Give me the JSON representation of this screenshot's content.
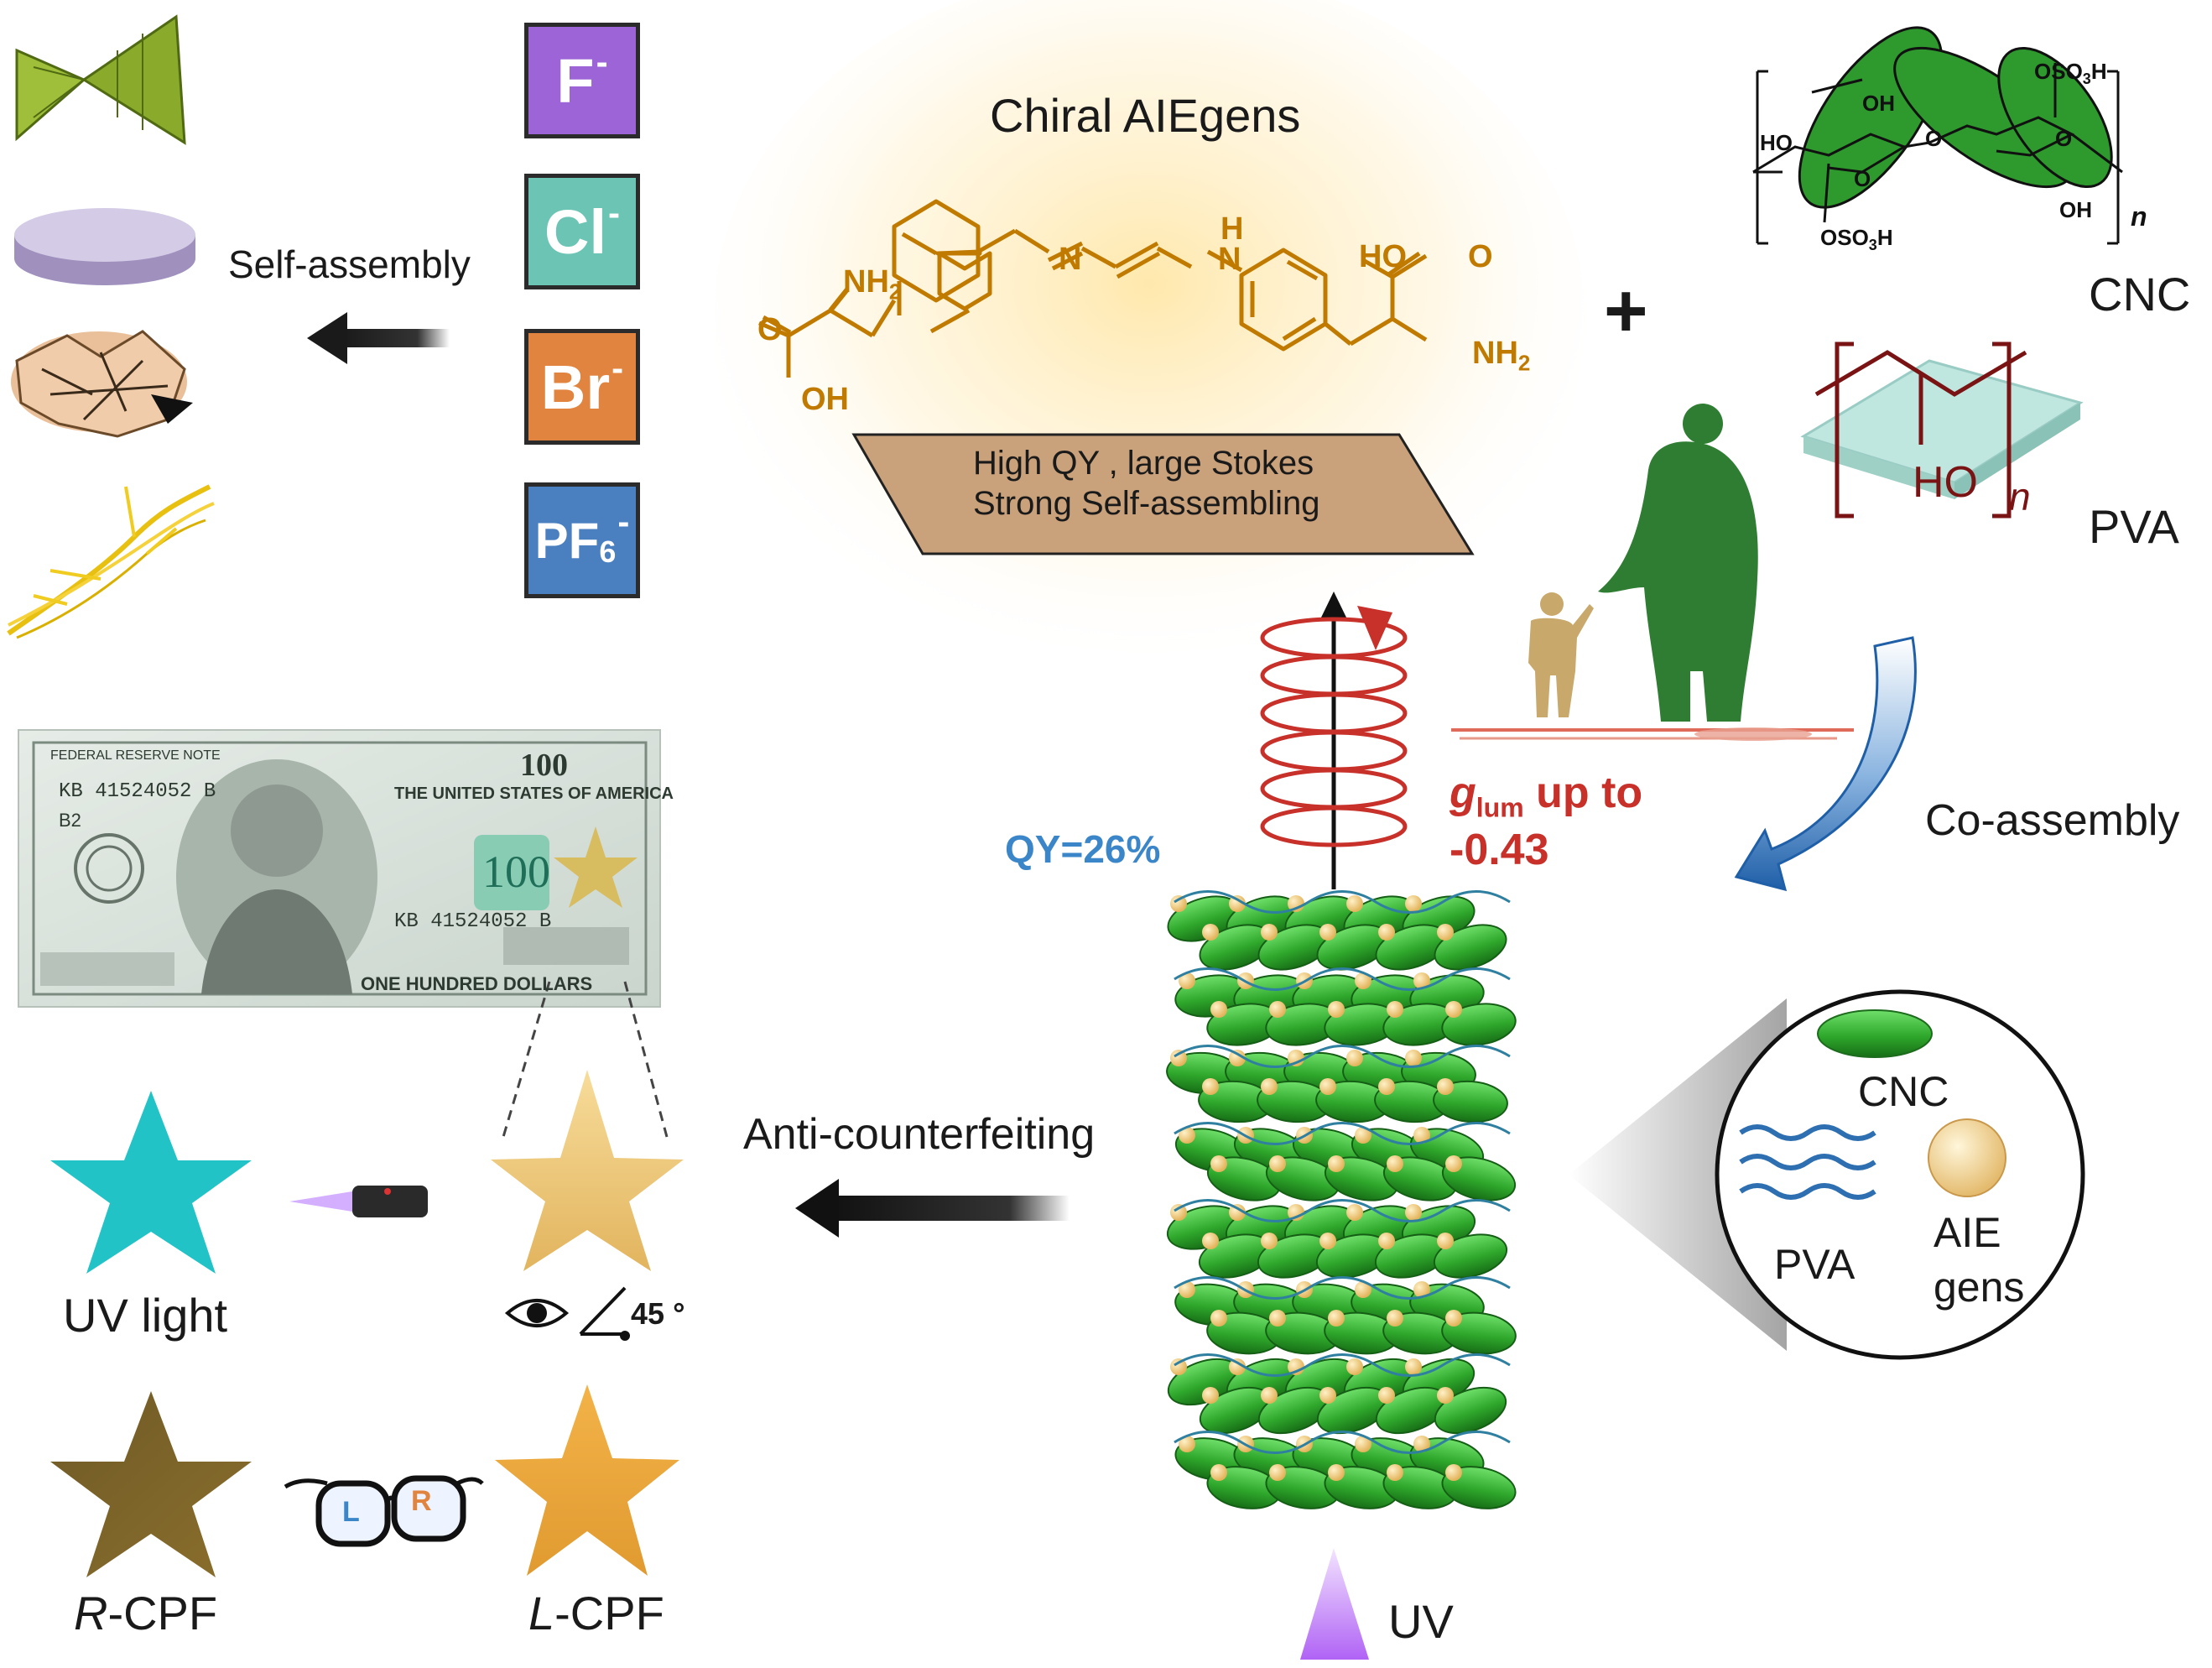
{
  "title": "Chiral AIEgens",
  "properties_panel": {
    "line1": "High QY , large Stokes",
    "line2": "Strong Self-assembling"
  },
  "molecule_labels": {
    "nh2_left": "NH",
    "n_imine": "N",
    "h_amine": "H",
    "n_amine": "N",
    "ho_right": "HO",
    "o_right": "O",
    "nh2_right": "NH",
    "o_left": "O",
    "oh_left": "OH",
    "sub2": "2"
  },
  "anions": [
    {
      "label": "F",
      "charge": "-",
      "sub": "",
      "color": "#9c64d6"
    },
    {
      "label": "Cl",
      "charge": "-",
      "sub": "",
      "color": "#6cc4b4"
    },
    {
      "label": "Br",
      "charge": "-",
      "sub": "",
      "color": "#e0843f"
    },
    {
      "label": "PF",
      "charge": "-",
      "sub": "6",
      "color": "#4a7fc0"
    }
  ],
  "self_assembly_label": "Self-assembly",
  "plus_sign": "+",
  "cnc": {
    "label": "CNC",
    "oso3h_top": "OSO",
    "oso3h_sub": "3",
    "oso3h_h": "H",
    "ho": "HO",
    "oh_top": "OH",
    "o_ring": "O",
    "o_link": "O",
    "o_right": "O",
    "oh_bottom": "OH",
    "oso3h_bottom": "OSO",
    "n": "n"
  },
  "pva": {
    "label": "PVA",
    "ho": "HO",
    "n": "n"
  },
  "co_assembly_label": "Co-assembly",
  "qy_label": "QY=26%",
  "glum": {
    "g": "g",
    "sub": "lum",
    "rest": " up to",
    "value": "-0.43"
  },
  "uv_label": "UV",
  "legend_circle": {
    "cnc": "CNC",
    "pva": "PVA",
    "aie_line1": "AIE",
    "aie_line2": "gens"
  },
  "anti_counterfeiting_label": "Anti-counterfeiting",
  "stars": {
    "uv_light": "UV light",
    "angle": "45",
    "degree": "°",
    "r_cpf_italic": "R",
    "r_cpf_rest": "-CPF",
    "l_cpf_italic": "L",
    "l_cpf_rest": "-CPF",
    "glasses_l": "L",
    "glasses_r": "R"
  },
  "banknote": {
    "serial": "KB 41524052 B",
    "code": "B2",
    "denomination": "100",
    "country": "THE UNITED STATES OF AMERICA",
    "note_type": "FEDERAL RESERVE NOTE",
    "footer": "ONE HUNDRED DOLLARS"
  },
  "colors": {
    "molecule": "#c07a00",
    "qy": "#3a86c8",
    "glum": "#c8302a",
    "cnc_green": "#2e8b2e",
    "human_green": "#2f7d32"
  }
}
